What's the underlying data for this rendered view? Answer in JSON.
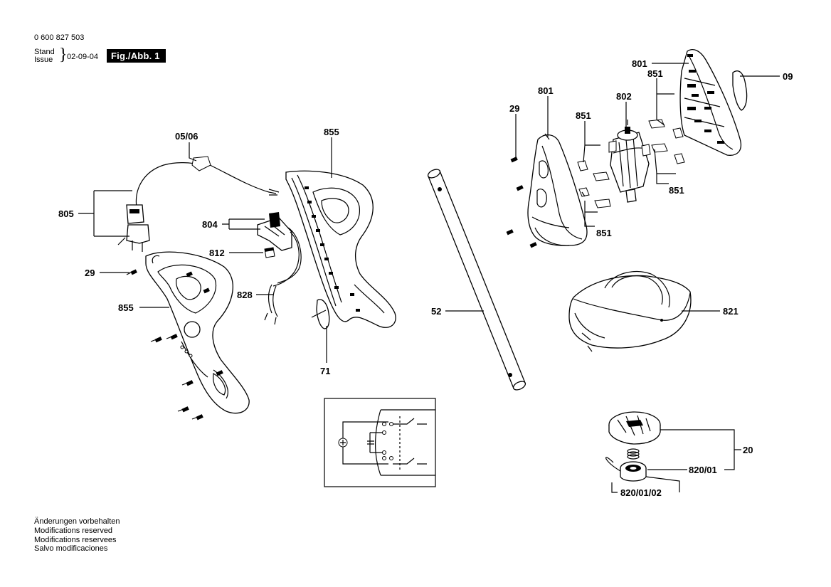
{
  "header": {
    "part_number": "0 600 827 503",
    "stand_label": "Stand",
    "issue_label": "Issue",
    "date": "02-09-04",
    "figure_label": "Fig./Abb. 1"
  },
  "footer": {
    "notes": [
      "Änderungen vorbehalten",
      "Modifications reserved",
      "Modifications reservees",
      "Salvo modificaciones"
    ]
  },
  "callouts": {
    "c_05_06": "05/06",
    "c_805": "805",
    "c_29_left": "29",
    "c_855_left": "855",
    "c_855_top": "855",
    "c_804": "804",
    "c_812": "812",
    "c_828": "828",
    "c_71": "71",
    "c_52": "52",
    "c_29_right": "29",
    "c_801_mid": "801",
    "c_801_top": "801",
    "c_09": "09",
    "c_802": "802",
    "c_851_a": "851",
    "c_851_b": "851",
    "c_851_c": "851",
    "c_851_d": "851",
    "c_821": "821",
    "c_20": "20",
    "c_820_01": "820/01",
    "c_820_01_02": "820/01/02"
  }
}
